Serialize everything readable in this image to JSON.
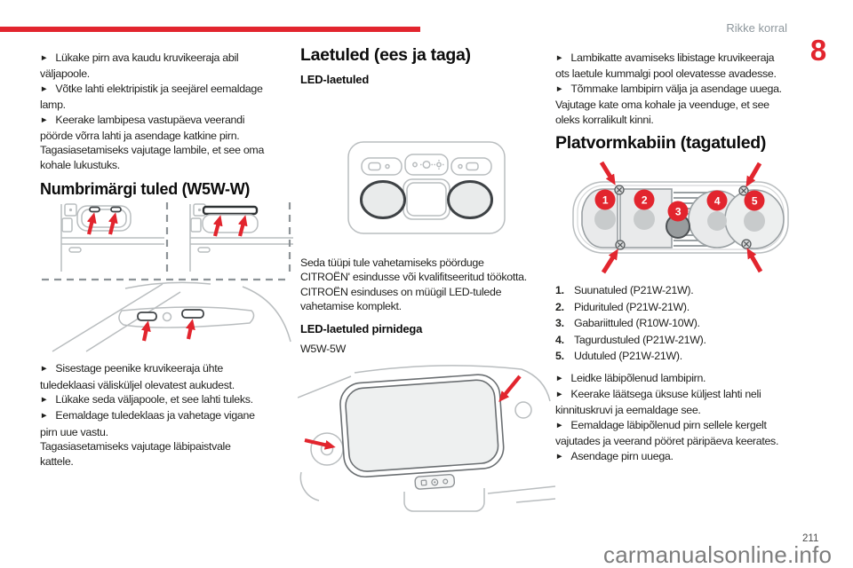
{
  "page": {
    "header_label": "Rikke korral",
    "chapter_number": "8",
    "page_number": "211",
    "watermark": "carmanualsonline.info"
  },
  "glyphs": {
    "bullet": "►"
  },
  "colors": {
    "accent": "#e2252e",
    "text": "#1f1f1d",
    "heading": "#0c0c0c",
    "header_gray": "#8e979d",
    "watermark_gray": "#7d7d7d",
    "page_number": "#4b4b4b",
    "illustration_light": "#b9bdbf",
    "illustration_mid": "#9aa0a3",
    "illustration_dark": "#3f4346"
  },
  "col1": {
    "bullets": [
      "Lükake pirn ava kaudu kruvikeeraja abil\nväljapoole.",
      "Võtke lahti elektripistik ja seejärel eemaldage\nlamp.",
      "Keerake lambipesa vastupäeva veerandi\npöörde võrra lahti ja asendage katkine pirn."
    ],
    "note1": "Tagasiasetamiseks vajutage lambile, et see oma\nkohale lukustuks.",
    "heading": "Numbrimärgi tuled (W5W-W)",
    "bullets2": [
      "Sisestage peenike kruvikeeraja ühte\ntuledeklaasi välisküljel olevatest aukudest.",
      "Lükake seda väljapoole, et see lahti tuleks.",
      "Eemaldage tuledeklaas ja vahetage vigane\npirn uue vastu."
    ],
    "note2": "Tagasiasetamiseks vajutage läbipaistvale\nkattele."
  },
  "col2": {
    "title": "Laetuled (ees ja taga)",
    "subtitle1": "LED-laetuled",
    "paragraph": "Seda tüüpi tule vahetamiseks pöörduge\nCITROËN' esindusse või kvalifitseeritud töökotta.\nCITROËN esinduses on müügil LED-tulede\nvahetamise komplekt.",
    "subtitle2": "LED-laetuled pirnidega",
    "bulb_code": "W5W-5W"
  },
  "col3": {
    "bullets1": [
      "Lambikatte avamiseks libistage kruvikeeraja\nots laetule kummalgi pool olevatesse avadesse.",
      "Tõmmake lambipirn välja ja asendage uuega."
    ],
    "note": "Vajutage kate oma kohale ja veenduge, et see\noleks korralikult kinni.",
    "heading": "Platvormkabiin (tagatuled)",
    "callouts": [
      "1",
      "2",
      "3",
      "4",
      "5"
    ],
    "items": [
      {
        "num": "1.",
        "text": "Suunatuled (P21W-21W)."
      },
      {
        "num": "2.",
        "text": "Pidurituled (P21W-21W)."
      },
      {
        "num": "3.",
        "text": "Gabariittuled (R10W-10W)."
      },
      {
        "num": "4.",
        "text": "Tagurdustuled (P21W-21W)."
      },
      {
        "num": "5.",
        "text": "Udutuled (P21W-21W)."
      }
    ],
    "bullets2": [
      "Leidke läbipõlenud lambipirn.",
      "Keerake läätsega üksuse küljest lahti neli\nkinnituskruvi ja eemaldage see.",
      "Eemaldage läbipõlenud pirn sellele kergelt\nvajutades ja veerand pööret päripäeva keerates.",
      "Asendage pirn uuega."
    ]
  }
}
